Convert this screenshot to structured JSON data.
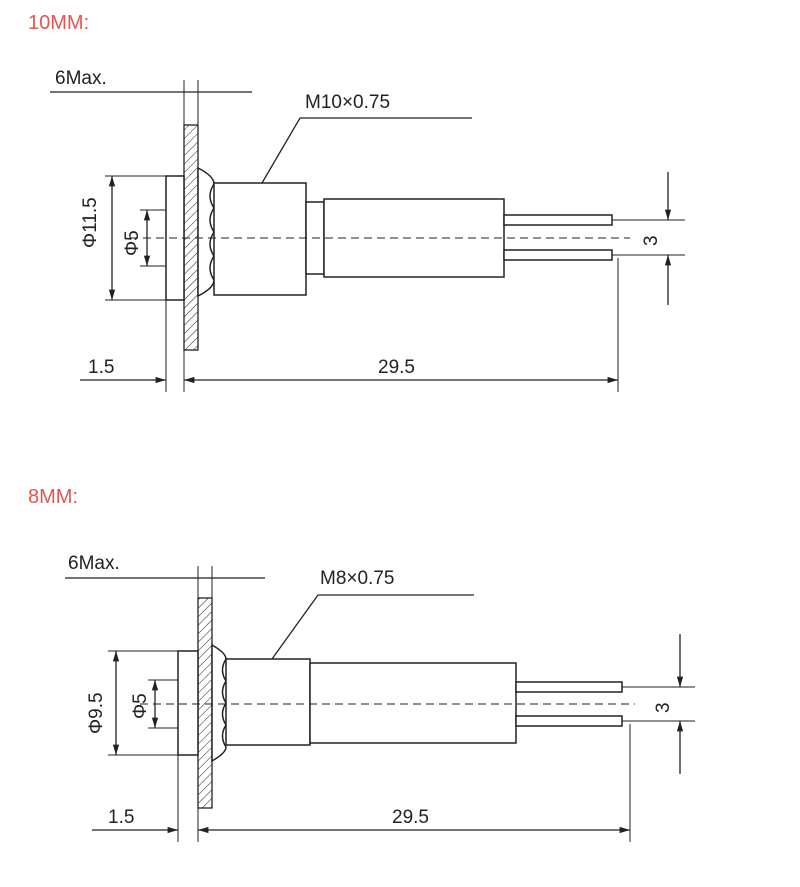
{
  "sections": [
    {
      "title": "10MM:",
      "labels": {
        "panel_max": "6Max.",
        "thread": "M10×0.75",
        "outer_dia": "Φ11.5",
        "inner_dia": "Φ5",
        "pin_pitch": "3",
        "flange": "1.5",
        "length": "29.5"
      }
    },
    {
      "title": "8MM:",
      "labels": {
        "panel_max": "6Max.",
        "thread": "M8×0.75",
        "outer_dia": "Φ9.5",
        "inner_dia": "Φ5",
        "pin_pitch": "3",
        "flange": "1.5",
        "length": "29.5"
      }
    }
  ]
}
